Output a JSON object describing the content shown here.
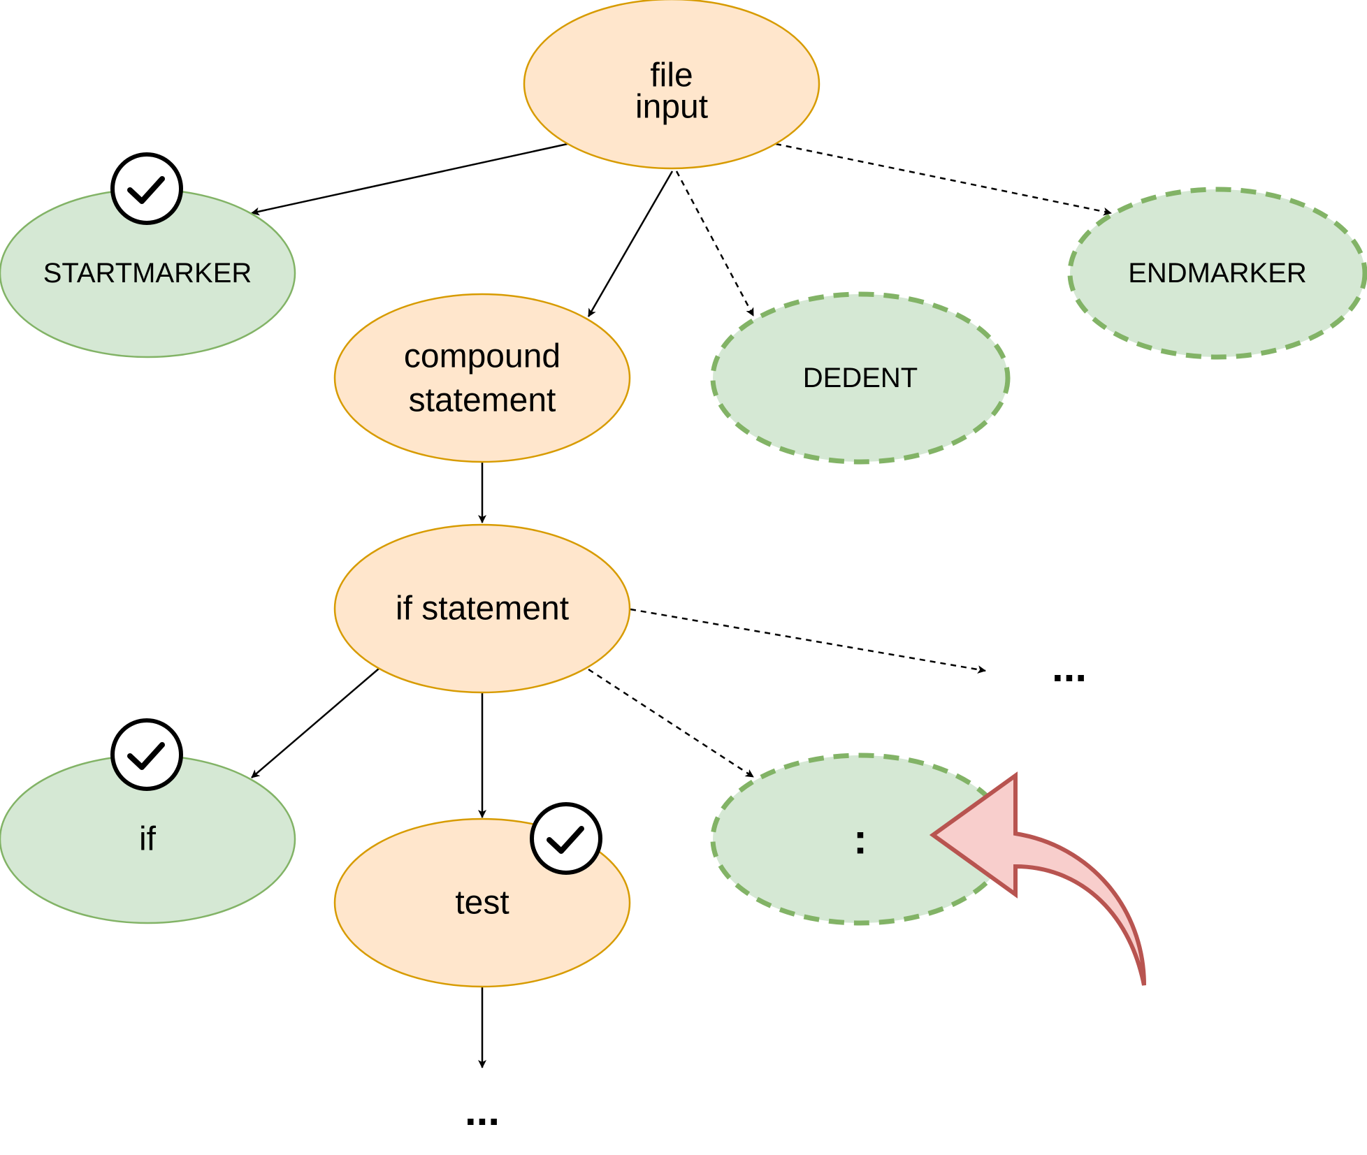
{
  "nodes": {
    "file_input": {
      "lines": [
        "file",
        "input"
      ]
    },
    "startmarker": {
      "label": "STARTMARKER"
    },
    "compound_statement": {
      "lines": [
        "compound",
        "statement"
      ]
    },
    "dedent": {
      "label": "DEDENT"
    },
    "endmarker": {
      "label": "ENDMARKER"
    },
    "if_statement": {
      "label": "if statement"
    },
    "if_token": {
      "label": "if"
    },
    "test": {
      "label": "test"
    },
    "colon": {
      "label": ":"
    },
    "ellipsis_right": {
      "label": "..."
    },
    "ellipsis_bottom": {
      "label": "..."
    }
  },
  "colors": {
    "nonterminal_fill": "#ffe6cc",
    "nonterminal_stroke": "#d79b00",
    "terminal_fill": "#d5e8d4",
    "terminal_stroke": "#82b366",
    "pointer_fill": "#f8cecc",
    "pointer_stroke": "#b85450",
    "edge": "#000000"
  }
}
